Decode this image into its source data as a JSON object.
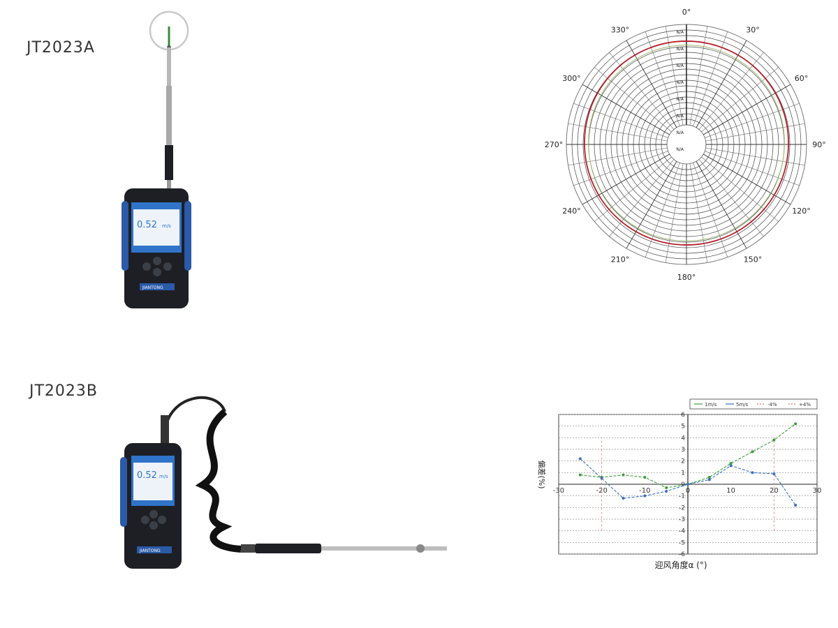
{
  "products": {
    "a": {
      "model": "JT2023A"
    },
    "b": {
      "model": "JT2023B"
    }
  },
  "device": {
    "screen_value": "0.52",
    "screen_unit": "m/s",
    "brand_label": "JIANTONG"
  },
  "colors": {
    "device_body": "#1d1f24",
    "device_accent": "#2a5aa8",
    "polar_curve": "#b3202a",
    "polar_curve_alt": "#9bb56a",
    "line_series_1": "#3e9c3a",
    "line_series_2": "#3a6fc4",
    "limit_lines": "#e07070"
  },
  "chart_data": [
    {
      "type": "polar",
      "angle_labels": [
        "0°",
        "30°",
        "60°",
        "90°",
        "120°",
        "150°",
        "180°",
        "210°",
        "240°",
        "270°",
        "300°",
        "330°"
      ],
      "radial_labels": [
        "N/A",
        "N/A",
        "N/A",
        "N/A",
        "N/A",
        "N/A",
        "N/A",
        "N/A"
      ],
      "series": [
        {
          "color": "#b3202a",
          "r": 0.82
        },
        {
          "color": "#9bb56a",
          "r": 0.78
        }
      ],
      "grid": true
    },
    {
      "type": "line",
      "xlabel": "迎风角度α (°)",
      "ylabel": "偏差(%)",
      "xlim": [
        -30,
        30
      ],
      "ylim": [
        -6,
        6
      ],
      "xticks": [
        -30,
        -20,
        -10,
        0,
        10,
        20,
        30
      ],
      "yticks": [
        6,
        5,
        4,
        3,
        2,
        1,
        0,
        -1,
        -2,
        -3,
        -4,
        -5,
        -6
      ],
      "grid": true,
      "legend_position": "top-right",
      "legend": [
        "1m/s",
        "5m/s",
        "-4%",
        "+4%"
      ],
      "series": [
        {
          "name": "1m/s",
          "color": "#3e9c3a",
          "x": [
            -25,
            -20,
            -15,
            -10,
            -5,
            0,
            5,
            10,
            15,
            20,
            25
          ],
          "y": [
            0.8,
            0.6,
            0.8,
            0.6,
            -0.3,
            0,
            0.6,
            1.8,
            2.8,
            3.8,
            5.2
          ]
        },
        {
          "name": "5m/s",
          "color": "#3a6fc4",
          "x": [
            -25,
            -20,
            -15,
            -10,
            -5,
            0,
            5,
            10,
            15,
            20,
            25
          ],
          "y": [
            2.2,
            0.5,
            -1.2,
            -1.0,
            -0.6,
            0,
            0.4,
            1.6,
            1.0,
            0.9,
            -1.8
          ]
        },
        {
          "name": "-4%",
          "color": "#e07070",
          "x": [
            -20,
            -20
          ],
          "y": [
            -4,
            4
          ],
          "dashed": true
        },
        {
          "name": "+4%",
          "color": "#e07070",
          "x": [
            20,
            20
          ],
          "y": [
            -4,
            4
          ],
          "dashed": true
        }
      ]
    }
  ]
}
